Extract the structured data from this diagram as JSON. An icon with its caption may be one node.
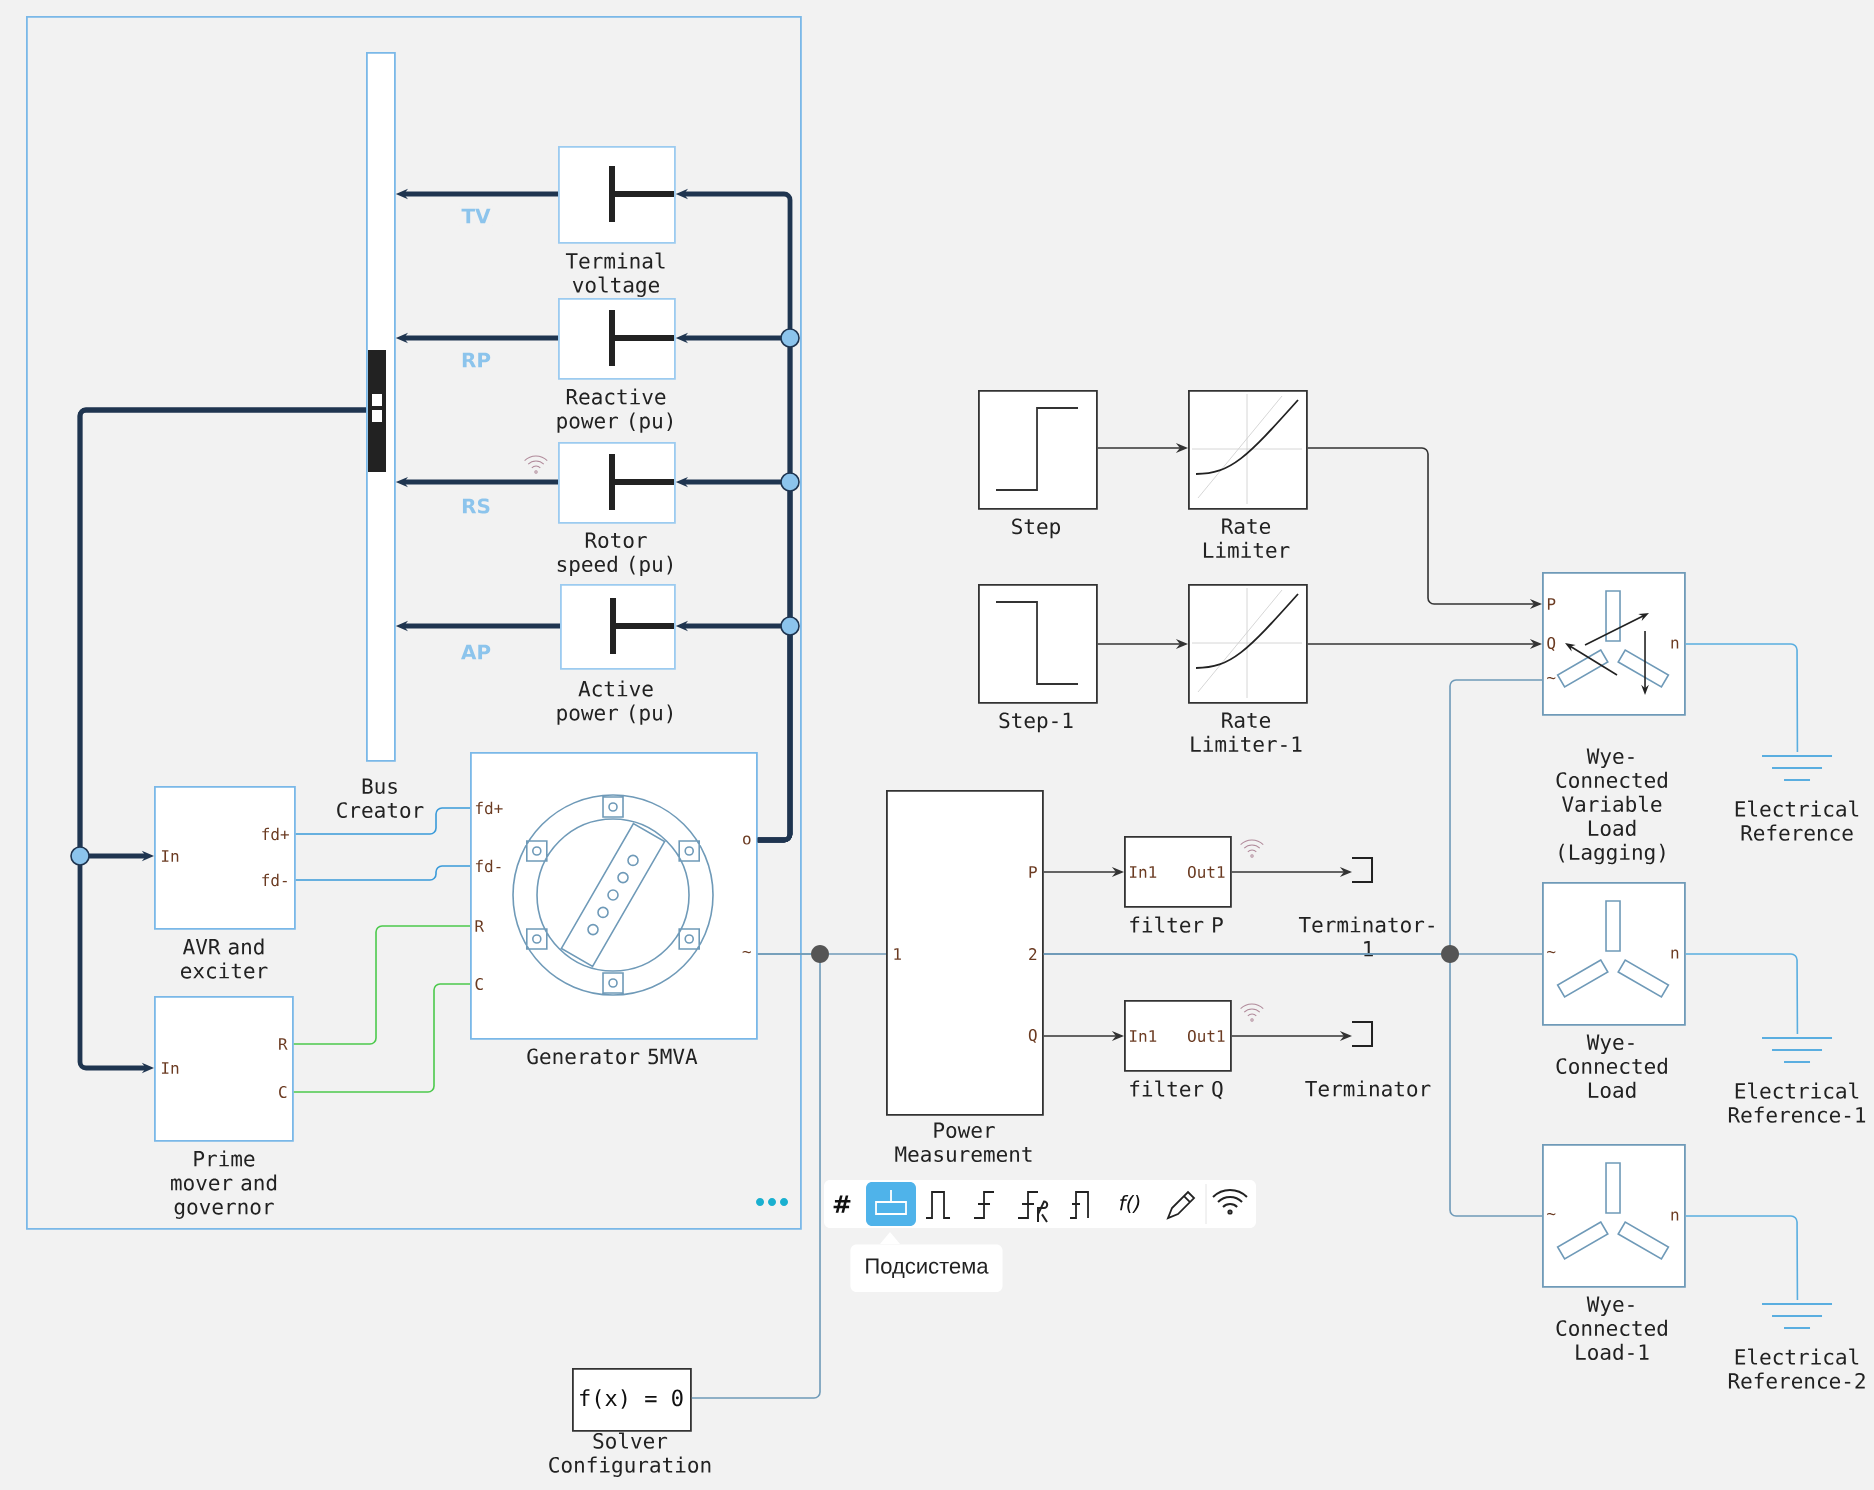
{
  "diagram": {
    "nodes": [
      {
        "text": [],
        "shape": "box"
      },
      {
        "text": [
          "Bus Creator"
        ],
        "in": 0
      },
      {
        "text": [
          "Terminal voltage"
        ],
        "in": 0
      },
      {
        "text": [
          "Reactive power (pu)"
        ],
        "in": 0
      },
      {
        "text": [
          "Rotor speed (pu)"
        ],
        "in": 0
      },
      {
        "text": [
          "Active power (pu)"
        ],
        "in": 0
      },
      {
        "text": [
          "fd+",
          "In",
          "fd-",
          "AVR and exciter"
        ],
        "in": 0
      },
      {
        "text": [
          "R",
          "In",
          "C",
          "Prime mover and governor"
        ],
        "in": 0
      },
      {
        "text": [
          "fd+",
          "o",
          "fd-",
          "R",
          "~",
          "C",
          "Generator 5MVA"
        ],
        "in": 0
      },
      {
        "text": [
          "P",
          "1",
          "2",
          "Q",
          "Power Measurement"
        ]
      },
      {
        "text": [
          "Step"
        ]
      },
      {
        "text": [
          "Rate Limiter"
        ]
      },
      {
        "text": [
          "Step-1"
        ]
      },
      {
        "text": [
          "Rate Limiter-1"
        ]
      },
      {
        "text": [
          "In1",
          "Out1",
          "filter P"
        ]
      },
      {
        "text": [
          "In1",
          "Out1",
          "filter Q"
        ]
      },
      {
        "text": [
          "Terminator-1"
        ]
      },
      {
        "text": [
          "Terminator"
        ]
      },
      {
        "text": [
          "P",
          "Q",
          "n",
          "~",
          "Wye-Connected Variable Load (Lagging)"
        ]
      },
      {
        "text": [
          "~",
          "n",
          "Wye-Connected Load"
        ]
      },
      {
        "text": [
          "~",
          "n",
          "Wye-Connected Load-1"
        ]
      },
      {
        "text": [
          "Electrical Reference"
        ]
      },
      {
        "text": [
          "Electrical Reference-1"
        ]
      },
      {
        "text": [
          "Electrical Reference-2"
        ]
      },
      {
        "text": [
          "f(x) = 0",
          "Solver Configuration"
        ]
      }
    ],
    "edges": [
      {
        "from": 8,
        "to": 2,
        "arrow": "to",
        "style": "thick",
        "color": "#1f3550"
      },
      {
        "from": 8,
        "to": 3,
        "arrow": "to",
        "style": "thick",
        "color": "#1f3550"
      },
      {
        "from": 8,
        "to": 4,
        "arrow": "to",
        "style": "thick",
        "color": "#1f3550"
      },
      {
        "from": 8,
        "to": 5,
        "arrow": "to",
        "style": "thick",
        "color": "#1f3550"
      },
      {
        "from": 2,
        "to": 1,
        "arrow": "to",
        "label": "TV",
        "style": "thick",
        "color": "#1f3550"
      },
      {
        "from": 3,
        "to": 1,
        "arrow": "to",
        "label": "RP",
        "style": "thick",
        "color": "#1f3550"
      },
      {
        "from": 4,
        "to": 1,
        "arrow": "to",
        "label": "RS",
        "style": "thick",
        "color": "#1f3550"
      },
      {
        "from": 5,
        "to": 1,
        "arrow": "to",
        "label": "AP",
        "style": "thick",
        "color": "#1f3550"
      },
      {
        "from": 1,
        "to": 6,
        "arrow": "to",
        "style": "thick",
        "color": "#1f3550"
      },
      {
        "from": 1,
        "to": 7,
        "arrow": "to",
        "style": "thick",
        "color": "#1f3550"
      },
      {
        "from": 6,
        "to": 8,
        "arrow": "none",
        "color": "#3a9ad9"
      },
      {
        "from": 6,
        "to": 8,
        "arrow": "none",
        "color": "#3a9ad9"
      },
      {
        "from": 7,
        "to": 8,
        "arrow": "none",
        "color": "#4cc94c"
      },
      {
        "from": 7,
        "to": 8,
        "arrow": "none",
        "color": "#4cc94c"
      },
      {
        "from": 8,
        "to": 9,
        "arrow": "none",
        "color": "#6f9ab8"
      },
      {
        "from": 8,
        "to": 24,
        "arrow": "none",
        "color": "#6f9ab8"
      },
      {
        "from": 10,
        "to": 11,
        "arrow": "to"
      },
      {
        "from": 12,
        "to": 13,
        "arrow": "to"
      },
      {
        "from": 11,
        "to": 18,
        "arrow": "to"
      },
      {
        "from": 13,
        "to": 18,
        "arrow": "to"
      },
      {
        "from": 9,
        "to": 14,
        "arrow": "to"
      },
      {
        "from": 9,
        "to": 15,
        "arrow": "to"
      },
      {
        "from": 14,
        "to": 16,
        "arrow": "to"
      },
      {
        "from": 15,
        "to": 17,
        "arrow": "to"
      },
      {
        "from": 9,
        "to": 18,
        "arrow": "none",
        "color": "#6f9ab8"
      },
      {
        "from": 9,
        "to": 19,
        "arrow": "none",
        "color": "#6f9ab8"
      },
      {
        "from": 9,
        "to": 20,
        "arrow": "none",
        "color": "#6f9ab8"
      },
      {
        "from": 18,
        "to": 21,
        "arrow": "none",
        "color": "#5aaee0"
      },
      {
        "from": 19,
        "to": 22,
        "arrow": "none",
        "color": "#5aaee0"
      },
      {
        "from": 20,
        "to": 23,
        "arrow": "none",
        "color": "#5aaee0"
      }
    ],
    "labels": [
      "Подсистема",
      "#",
      "f()"
    ]
  }
}
